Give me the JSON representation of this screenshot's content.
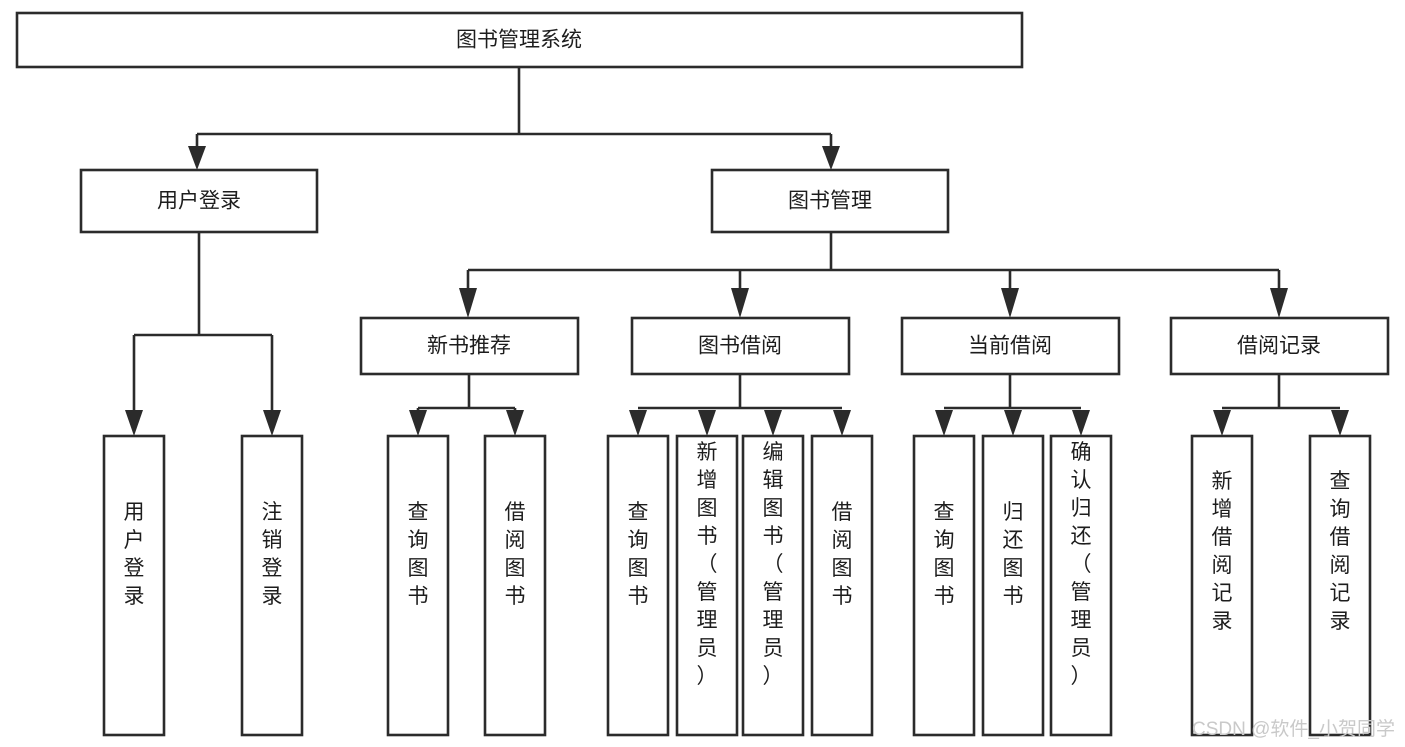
{
  "diagram": {
    "title": "图书管理系统",
    "type": "tree",
    "watermark": "CSDN @软件_小贺同学",
    "colors": {
      "stroke": "#2b2b2b",
      "fill": "#ffffff",
      "text": "#1d1d1d",
      "watermark": "#c9c9c9",
      "background": "#ffffff"
    },
    "levels": {
      "root": {
        "label": "图书管理系统"
      },
      "level2": [
        {
          "label": "用户登录"
        },
        {
          "label": "图书管理"
        }
      ],
      "level3": [
        {
          "label": "新书推荐"
        },
        {
          "label": "图书借阅"
        },
        {
          "label": "当前借阅"
        },
        {
          "label": "借阅记录"
        }
      ],
      "leaves": {
        "user_login": [
          {
            "label": "用户登录"
          },
          {
            "label": "注销登录"
          }
        ],
        "new_book_recommend": [
          {
            "label": "查询图书"
          },
          {
            "label": "借阅图书"
          }
        ],
        "book_borrow": [
          {
            "label": "查询图书"
          },
          {
            "label": "新增图书（管理员）"
          },
          {
            "label": "编辑图书（管理员）"
          },
          {
            "label": "借阅图书"
          }
        ],
        "current_borrow": [
          {
            "label": "查询图书"
          },
          {
            "label": "归还图书"
          },
          {
            "label": "确认归还（管理员）"
          }
        ],
        "borrow_record": [
          {
            "label": "新增借阅记录"
          },
          {
            "label": "查询借阅记录"
          }
        ]
      }
    }
  }
}
